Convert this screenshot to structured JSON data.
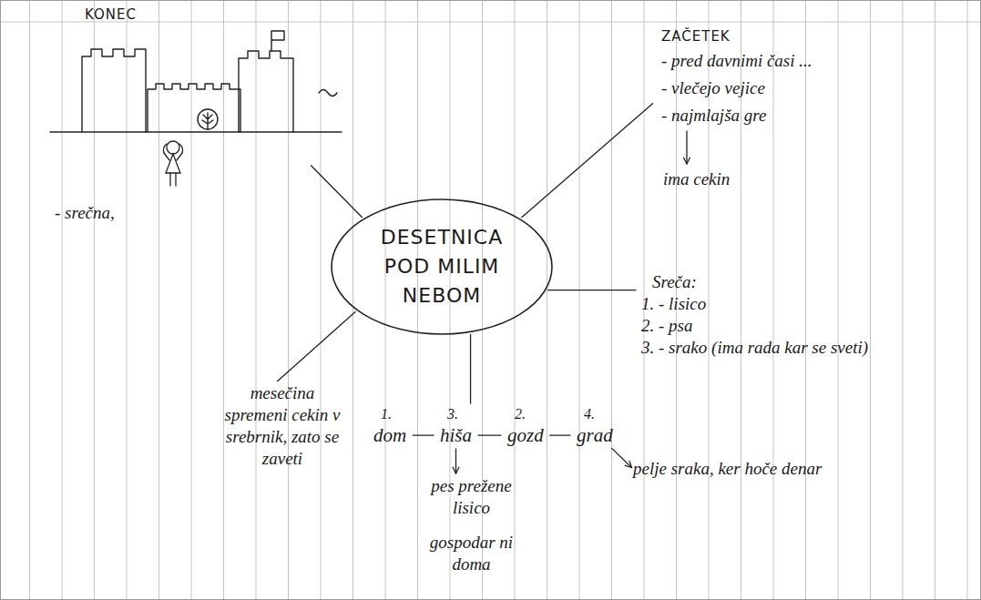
{
  "diagram": {
    "nodes": [
      {
        "text": [
          "DESETNICA POD MILIM NEBOM"
        ]
      },
      {
        "text": [
          "ZAČETEK",
          "- pred davnimi časi ...",
          "- vlečejo vejice",
          "- najmlajša gre"
        ]
      },
      {
        "text": [
          "ima cekin"
        ]
      },
      {
        "text": [
          "Sreča:",
          "1. - lisico",
          "2. - psa",
          "3. - srako (ima rada kar se sveti)"
        ]
      },
      {
        "text": [
          "1.",
          "dom"
        ]
      },
      {
        "text": [
          "3.",
          "hiša"
        ]
      },
      {
        "text": [
          "2.",
          "gozd"
        ]
      },
      {
        "text": [
          "4.",
          "grad"
        ]
      },
      {
        "text": [
          "pes prežene lisico",
          "gospodar ni doma"
        ]
      },
      {
        "text": [
          "pelje sraka, ker hoče denar"
        ]
      },
      {
        "text": [
          "mesečina spremeni cekin v srebrnik, zato se zaveti"
        ]
      },
      {
        "text": [
          "KONEC",
          "- srečna,"
        ]
      }
    ],
    "edges": [
      {
        "from": 0,
        "to": 1,
        "arrow": "none"
      },
      {
        "from": 1,
        "to": 2,
        "arrow": "to"
      },
      {
        "from": 0,
        "to": 3,
        "arrow": "none"
      },
      {
        "from": 0,
        "to": 5,
        "arrow": "none"
      },
      {
        "from": 4,
        "to": 5,
        "arrow": "none"
      },
      {
        "from": 5,
        "to": 6,
        "arrow": "none"
      },
      {
        "from": 6,
        "to": 7,
        "arrow": "none"
      },
      {
        "from": 5,
        "to": 8,
        "arrow": "to"
      },
      {
        "from": 7,
        "to": 9,
        "arrow": "to"
      },
      {
        "from": 0,
        "to": 10,
        "arrow": "none"
      },
      {
        "from": 0,
        "to": 11,
        "arrow": "none"
      }
    ]
  }
}
